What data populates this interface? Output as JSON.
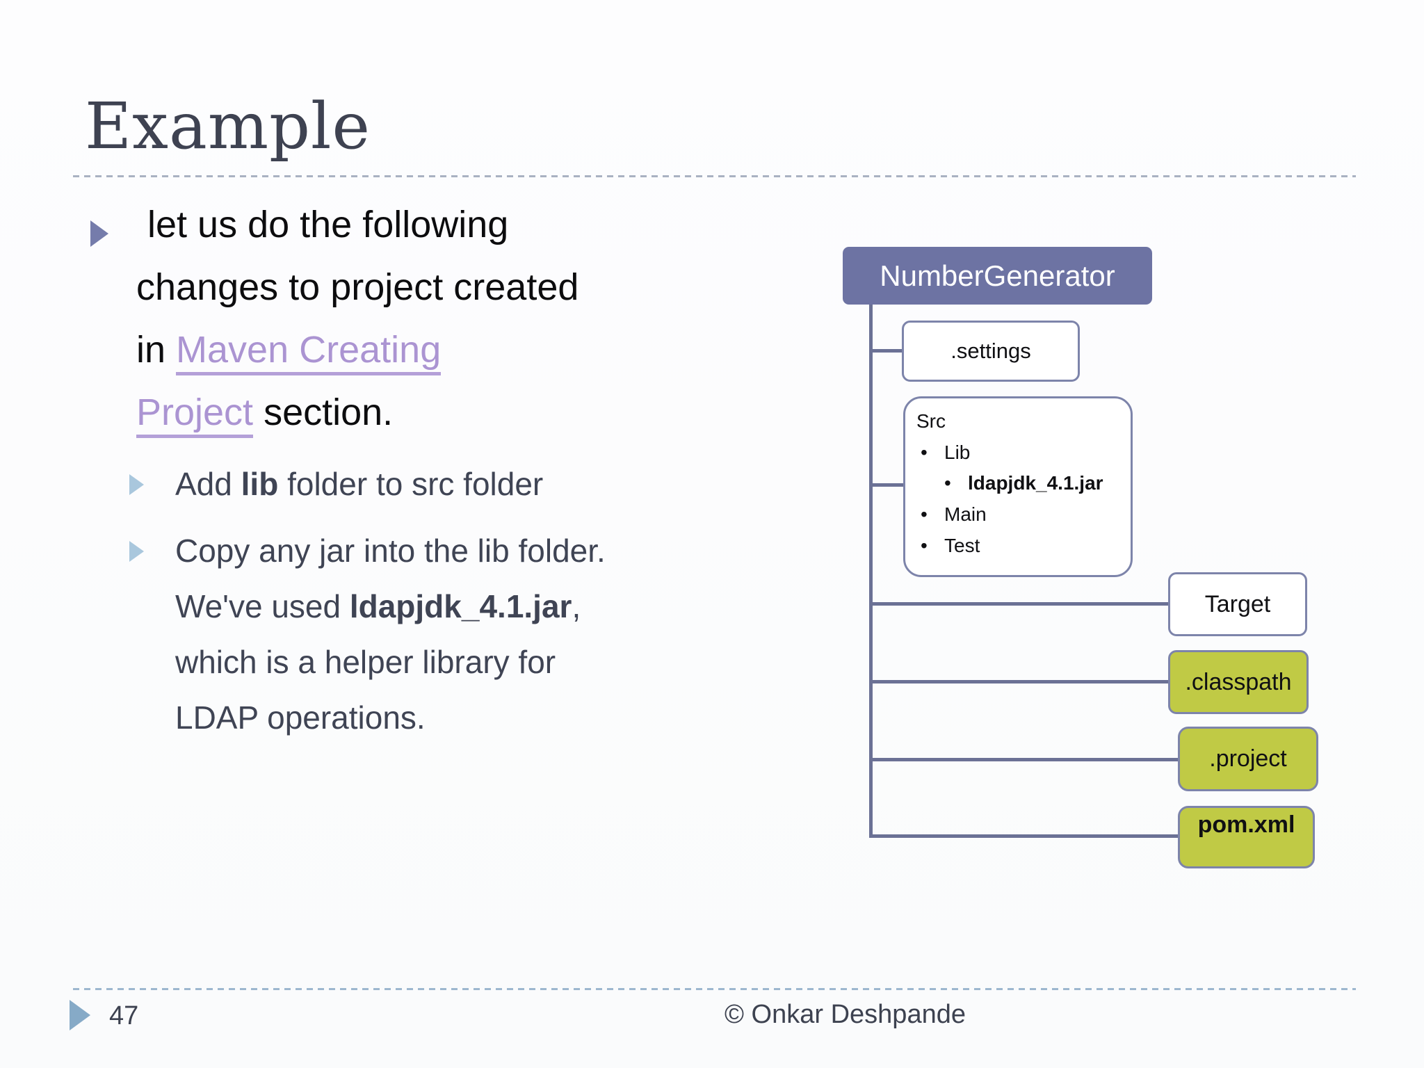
{
  "slide": {
    "title": "Example",
    "footer": {
      "page_number": "47",
      "copyright": "© Onkar Deshpande"
    }
  },
  "content": {
    "bullet1": {
      "line1": "let us do the following",
      "line2": "changes to project created",
      "line3_prefix": "in ",
      "link_line1": "Maven Creating",
      "link_line2": "Project",
      "line4_suffix": " section."
    },
    "sub_bullet1": {
      "part1": "Add ",
      "bold": "lib",
      "part2": " folder to src folder"
    },
    "sub_bullet2": {
      "line1": "Copy any jar into the lib folder.",
      "line2_prefix": "We've used ",
      "line2_bold": "ldapjdk_4.1.jar",
      "line2_suffix": ",",
      "line3": "which is a helper library for",
      "line4": "LDAP operations."
    }
  },
  "diagram": {
    "root_label": "NumberGenerator",
    "nodes": {
      "settings": ".settings",
      "src": {
        "title": "Src",
        "bullet_char": "•",
        "items": [
          "Lib",
          "ldapjdk_4.1.jar",
          "Main",
          "Test"
        ]
      },
      "target": "Target",
      "classpath": ".classpath",
      "project": ".project",
      "pomxml": "pom.xml"
    },
    "colors": {
      "root_fill": "#6d73a3",
      "box_border": "#7d84aa",
      "olive_fill": "#c0ca45",
      "connector_line": "#6b7195",
      "link_purple": "#ab94d2"
    }
  }
}
